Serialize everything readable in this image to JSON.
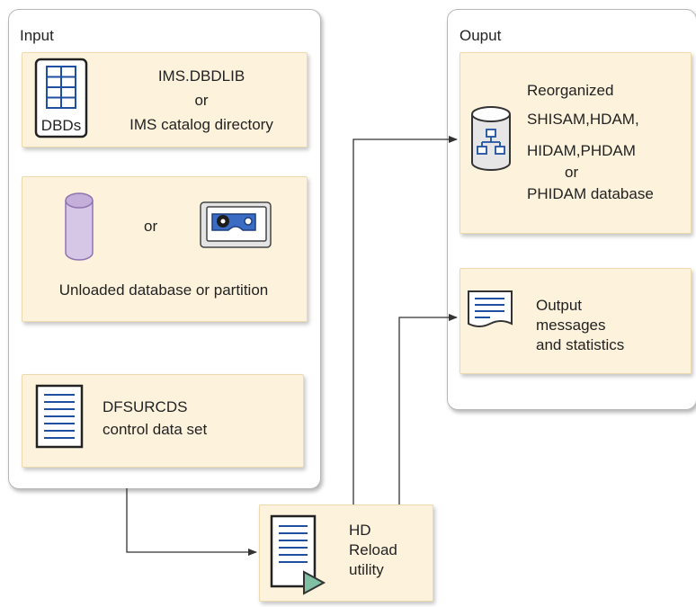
{
  "input_panel": {
    "title": "Input",
    "dbdlib": {
      "line1": "IMS.DBDLIB",
      "line2": "or",
      "line3": "IMS catalog directory",
      "icon_label": "DBDs"
    },
    "unloaded": {
      "or_text": "or",
      "caption": "Unloaded database or partition"
    },
    "control": {
      "line1": "DFSURCDS",
      "line2": "control data set"
    }
  },
  "output_panel": {
    "title": "Ouput",
    "database": {
      "line1": "Reorganized",
      "line2": "SHISAM,HDAM,",
      "line3": "HIDAM,PHDAM",
      "line4": "or",
      "line5": "PHIDAM database"
    },
    "messages": {
      "line1": "Output",
      "line2": "messages",
      "line3": "and statistics"
    }
  },
  "utility": {
    "line1": "HD",
    "line2": "Reload",
    "line3": "utility"
  },
  "colors": {
    "card_fill": "#fdf3dd",
    "icon_blue": "#1f4fa0",
    "cylinder_fill": "#d7c7e6",
    "tape_fill": "#4a78c8",
    "play_fill": "#7fbfa4"
  }
}
